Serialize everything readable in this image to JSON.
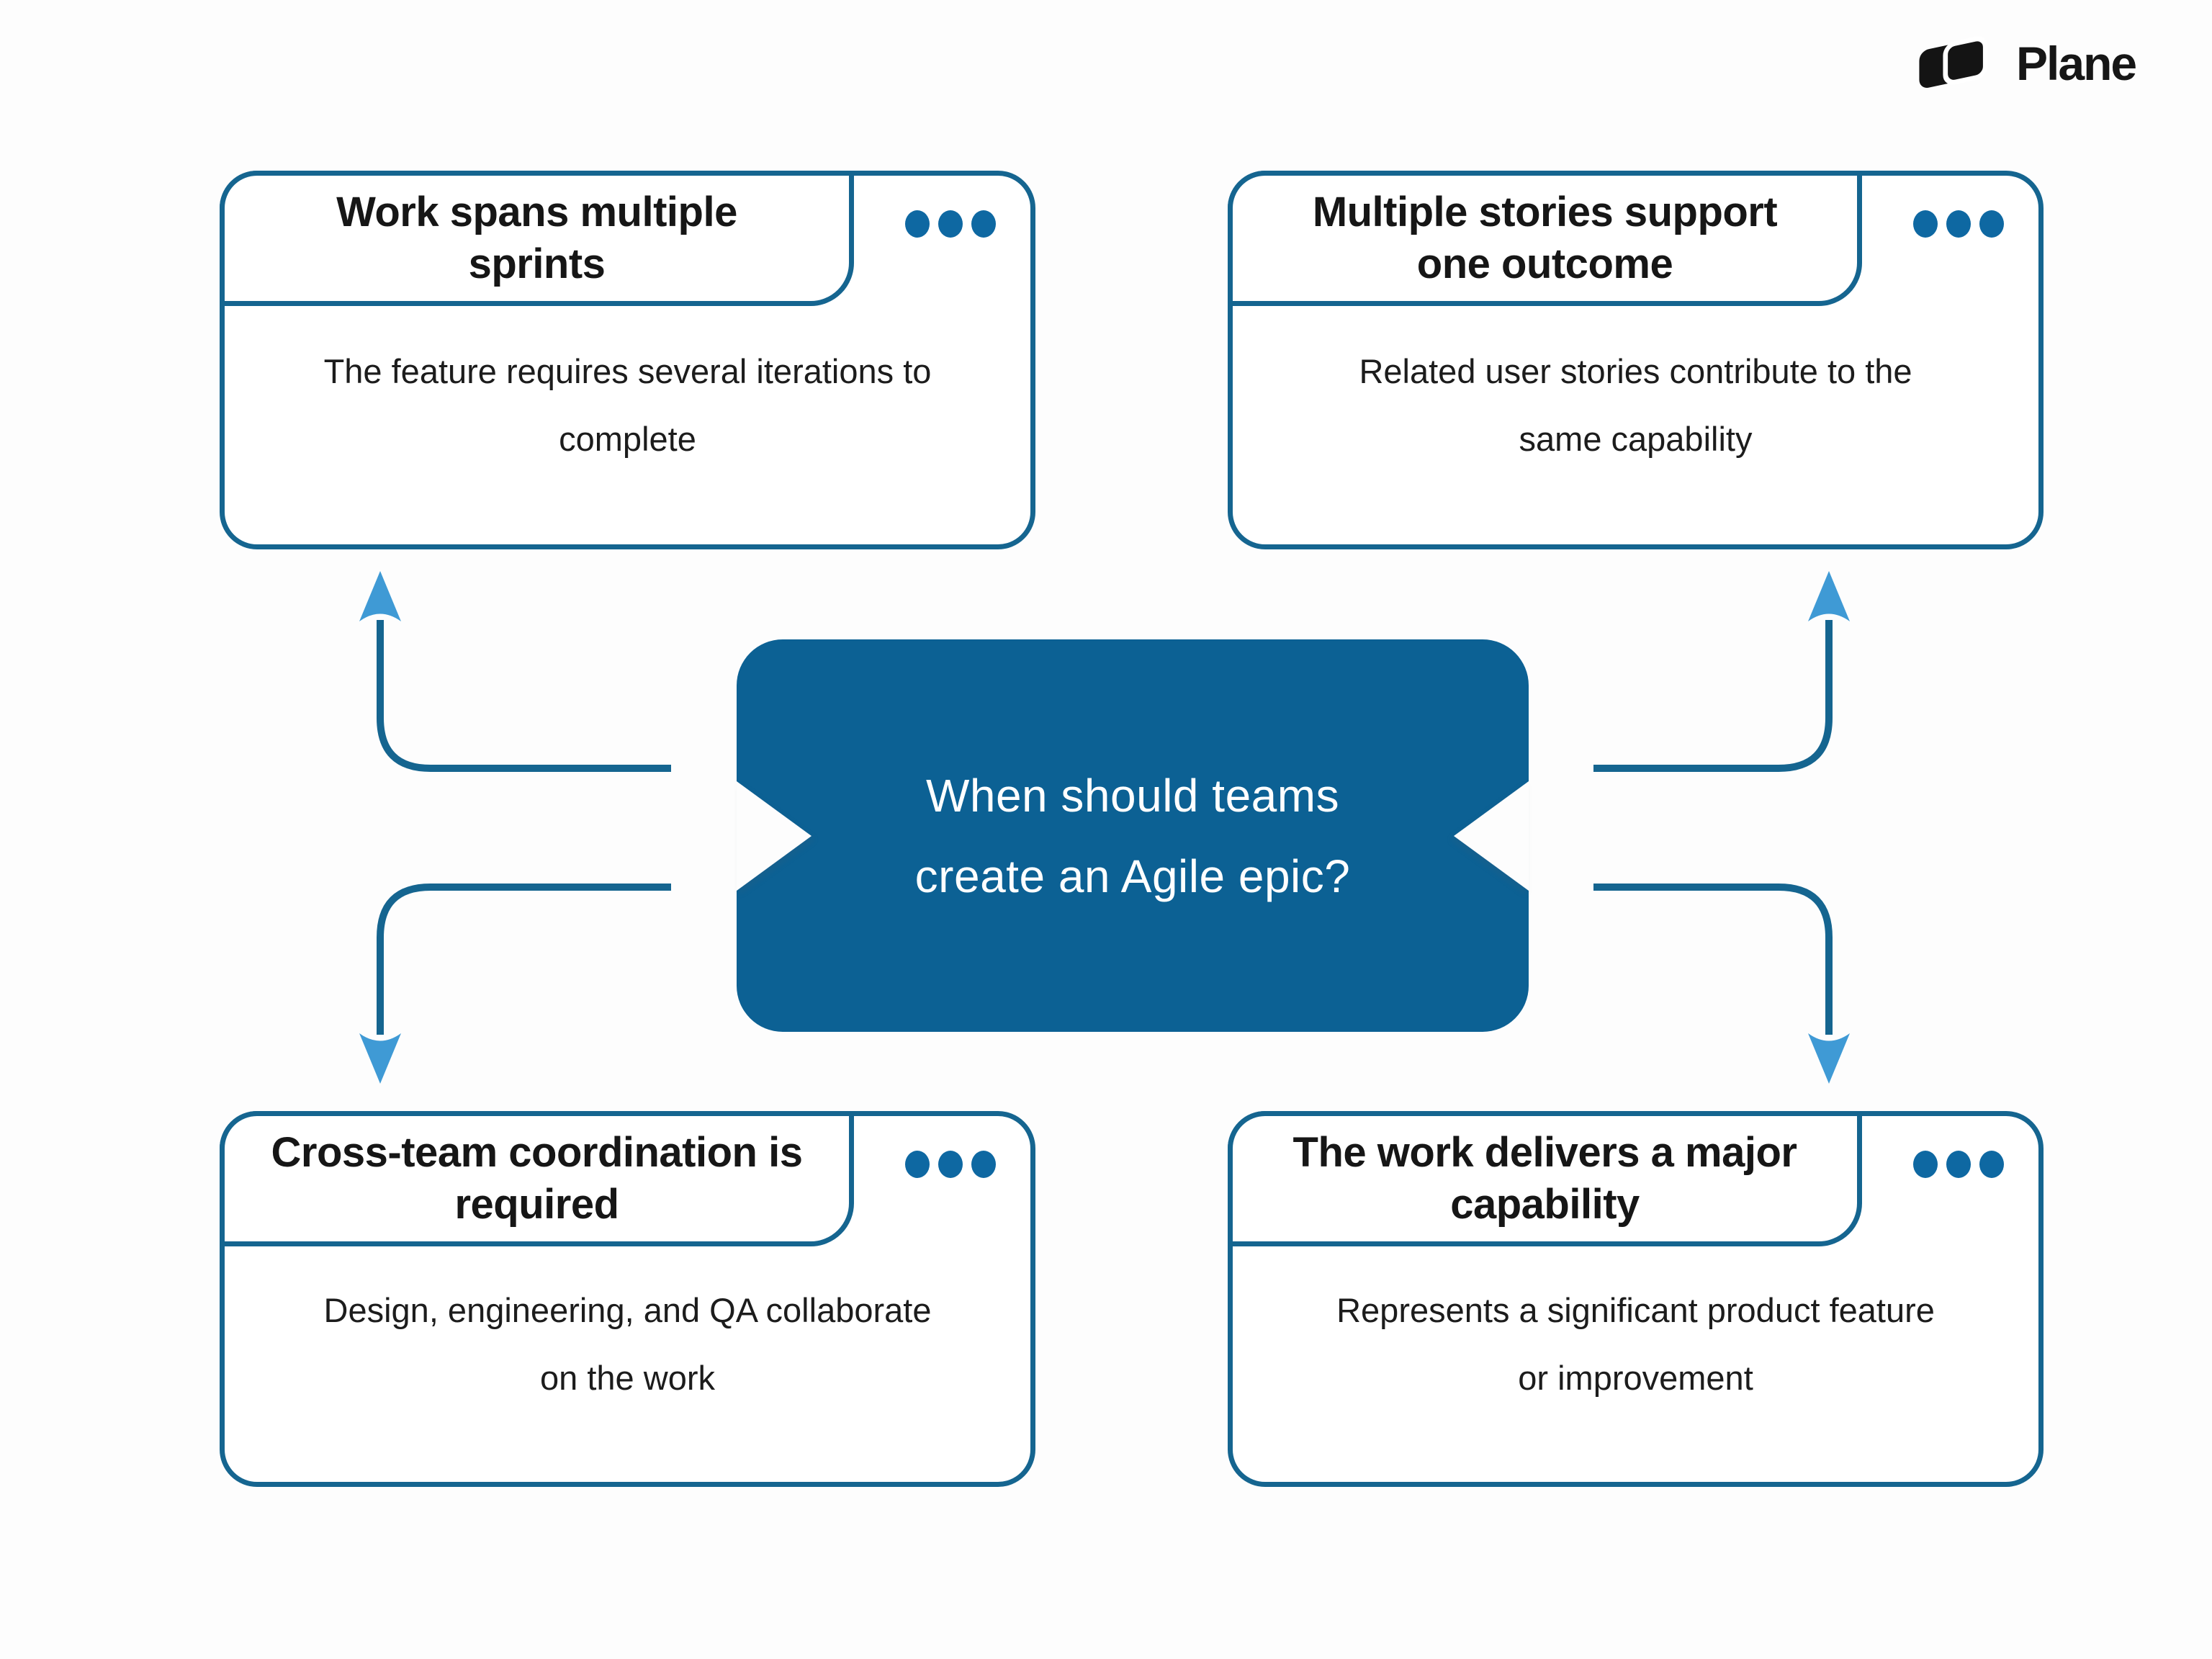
{
  "logo": {
    "text": "Plane"
  },
  "center": {
    "question": "When should teams create an Agile epic?"
  },
  "cards": [
    {
      "position": "top-left",
      "title": "Work spans multiple sprints",
      "body": "The feature requires several iterations to complete"
    },
    {
      "position": "top-right",
      "title": "Multiple stories support one outcome",
      "body": "Related user stories contribute to the same capability"
    },
    {
      "position": "bottom-left",
      "title": "Cross-team coordination is required",
      "body": "Design, engineering, and QA collaborate on the work"
    },
    {
      "position": "bottom-right",
      "title": "The work delivers a major capability",
      "body": "Represents a significant product feature or improvement"
    }
  ],
  "colors": {
    "outline": "#156590",
    "accent_fill": "#0c6194",
    "arrowhead": "#3f9ad5",
    "dot": "#0e68a2",
    "background": "#fdfdfd",
    "title_text": "#161616",
    "body_text": "#1c1c1c",
    "logo_text": "#161616"
  }
}
